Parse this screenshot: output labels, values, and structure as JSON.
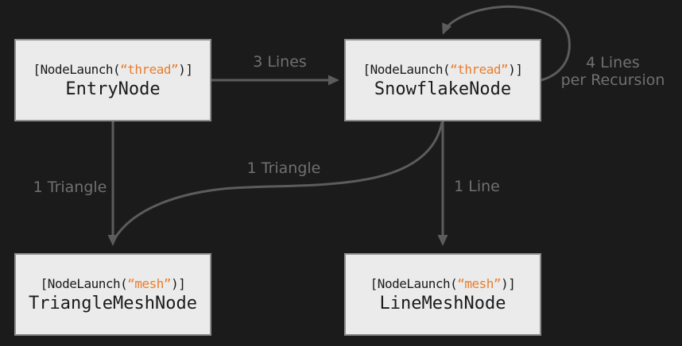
{
  "colors": {
    "background": "#1b1b1b",
    "node_fill": "#ebebeb",
    "node_border": "#8f8f8f",
    "node_text": "#1a1a1a",
    "string_literal": "#e87d2e",
    "edge": "#5c5c5c",
    "edge_label": "#707070"
  },
  "nodes": {
    "entry": {
      "launch_prefix": "[NodeLaunch(",
      "launch_arg": "“thread”",
      "launch_suffix": ")]",
      "title": "EntryNode"
    },
    "snowflake": {
      "launch_prefix": "[NodeLaunch(",
      "launch_arg": "“thread”",
      "launch_suffix": ")]",
      "title": "SnowflakeNode"
    },
    "triangle_mesh": {
      "launch_prefix": "[NodeLaunch(",
      "launch_arg": "“mesh”",
      "launch_suffix": ")]",
      "title": "TriangleMeshNode"
    },
    "line_mesh": {
      "launch_prefix": "[NodeLaunch(",
      "launch_arg": "“mesh”",
      "launch_suffix": ")]",
      "title": "LineMeshNode"
    }
  },
  "edges": {
    "entry_to_snowflake": {
      "label": "3 Lines"
    },
    "snowflake_self": {
      "label_line1": "4 Lines",
      "label_line2": "per Recursion"
    },
    "entry_to_triangle_mesh": {
      "label": "1 Triangle"
    },
    "snowflake_to_triangle_mesh": {
      "label": "1 Triangle"
    },
    "snowflake_to_line_mesh": {
      "label": "1 Line"
    }
  }
}
